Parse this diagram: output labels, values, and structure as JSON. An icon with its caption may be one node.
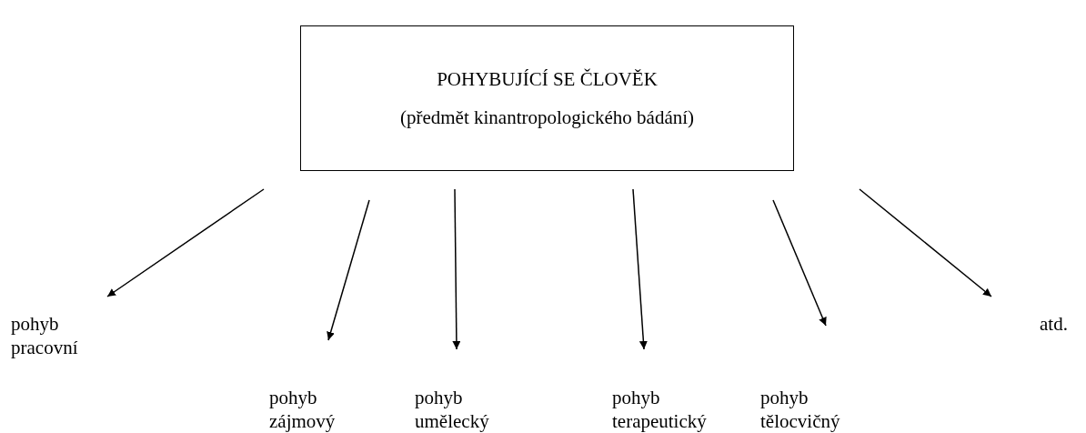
{
  "diagram": {
    "nodes": [
      {
        "text": [
          "POHYBUJÍCÍ SE ČLOVĚK",
          "(předmět kinantropologického bádání)"
        ]
      },
      {
        "text": [
          "pohyb pracovní"
        ]
      },
      {
        "text": [
          "pohyb zájmový"
        ]
      },
      {
        "text": [
          "pohyb umělecký"
        ]
      },
      {
        "text": [
          "pohyb terapeutický"
        ]
      },
      {
        "text": [
          "pohyb tělocvičný"
        ]
      },
      {
        "text": [
          "atd."
        ]
      }
    ],
    "edges": [
      {
        "from": null,
        "to": 1,
        "arrow": "to"
      },
      {
        "from": null,
        "to": 2,
        "arrow": "to"
      },
      {
        "from": null,
        "to": 3,
        "arrow": "to"
      },
      {
        "from": null,
        "to": 4,
        "arrow": "to"
      },
      {
        "from": null,
        "to": 5,
        "arrow": "to"
      },
      {
        "from": null,
        "to": 6,
        "arrow": "to"
      }
    ]
  }
}
